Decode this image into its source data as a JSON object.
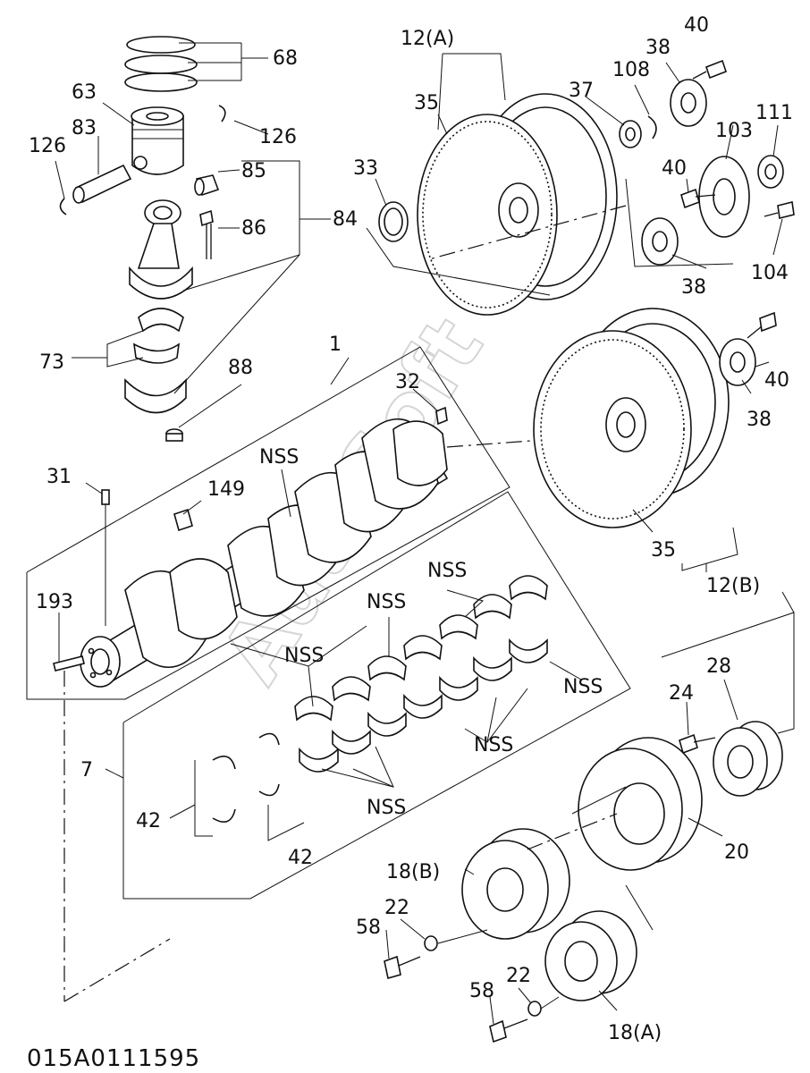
{
  "diagram_id": "015A0111595",
  "watermark": "AutoSoft",
  "labels": {
    "p68": "68",
    "p63": "63",
    "p83": "83",
    "p126a": "126",
    "p126b": "126",
    "p85": "85",
    "p86": "86",
    "p84": "84",
    "p73": "73",
    "p88": "88",
    "p1": "1",
    "p32": "32",
    "p31": "31",
    "p149": "149",
    "p193": "193",
    "nss_crank": "NSS",
    "nss1": "NSS",
    "nss2": "NSS",
    "nss3": "NSS",
    "nss4": "NSS",
    "nss5": "NSS",
    "nss6": "NSS",
    "p7": "7",
    "p42a": "42",
    "p42b": "42",
    "p12a": "12(A)",
    "p35a": "35",
    "p33": "33",
    "p37": "37",
    "p108": "108",
    "p38a": "38",
    "p40a": "40",
    "p111": "111",
    "p103": "103",
    "p40b": "40",
    "p104": "104",
    "p38b": "38",
    "p40c": "40",
    "p38c": "38",
    "p35b": "35",
    "p12b": "12(B)",
    "p24": "24",
    "p28": "28",
    "p20": "20",
    "p18b": "18(B)",
    "p22a": "22",
    "p58a": "58",
    "p22b": "22",
    "p58b": "58",
    "p18a": "18(A)"
  }
}
